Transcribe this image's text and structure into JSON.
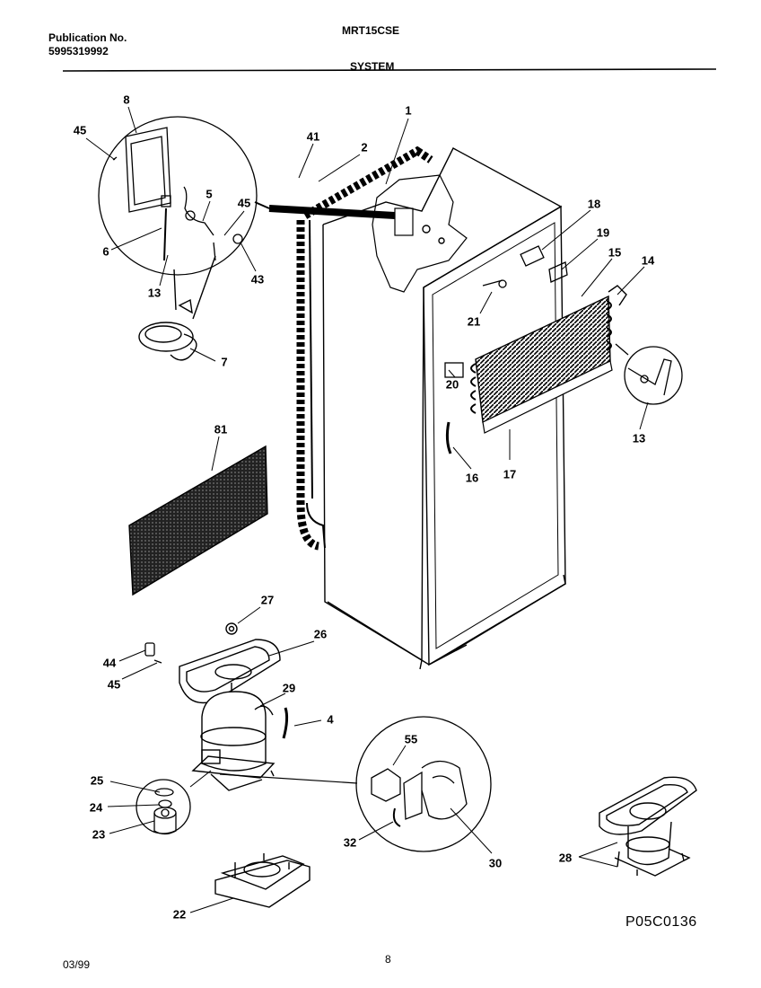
{
  "header": {
    "publication_label": "Publication No.",
    "publication_number": "5995319992",
    "model": "MRT15CSE",
    "section": "SYSTEM"
  },
  "footer": {
    "date": "03/99",
    "page": "8",
    "diagram_code": "P05C0136"
  },
  "labels": [
    "8",
    "45",
    "1",
    "41",
    "2",
    "5",
    "45",
    "6",
    "43",
    "13",
    "7",
    "18",
    "19",
    "15",
    "14",
    "21",
    "20",
    "13",
    "16",
    "17",
    "81",
    "27",
    "26",
    "44",
    "45",
    "29",
    "4",
    "55",
    "25",
    "24",
    "23",
    "32",
    "30",
    "28",
    "22"
  ]
}
